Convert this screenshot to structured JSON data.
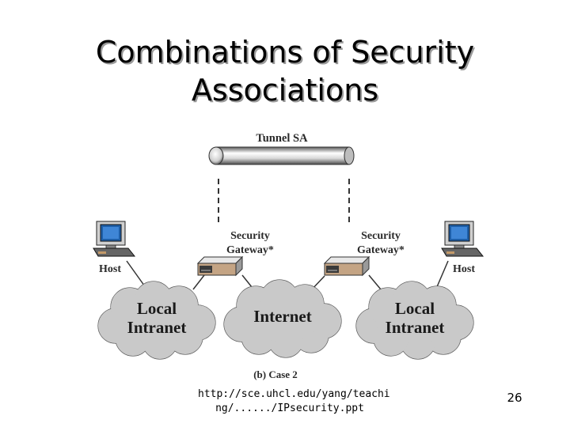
{
  "slide": {
    "title_line1": "Combinations of Security",
    "title_line2": "Associations",
    "url_line1": "http://sce.uhcl.edu/yang/teachi",
    "url_line2": "ng/....../IPsecurity.ppt",
    "page_number": "26"
  },
  "diagram": {
    "tunnel_label": "Tunnel SA",
    "left_gateway_line1": "Security",
    "left_gateway_line2": "Gateway*",
    "right_gateway_line1": "Security",
    "right_gateway_line2": "Gateway*",
    "left_host_label": "Host",
    "right_host_label": "Host",
    "left_cloud_line1": "Local",
    "left_cloud_line2": "Intranet",
    "internet_label": "Internet",
    "right_cloud_line1": "Local",
    "right_cloud_line2": "Intranet",
    "caption": "(b) Case 2"
  }
}
